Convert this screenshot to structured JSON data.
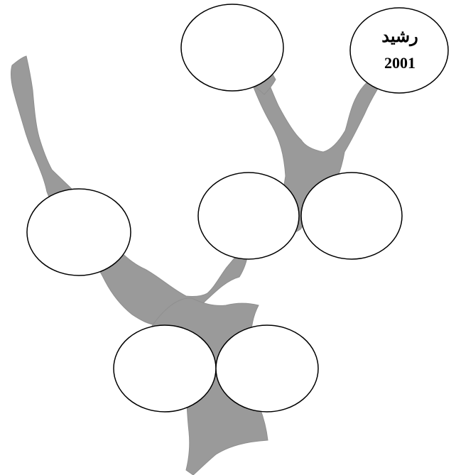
{
  "diagram": {
    "type": "family-tree",
    "colors": {
      "trunk": "#9a9a9a",
      "node_fill": "#ffffff",
      "node_stroke": "#000000",
      "background": "#ffffff"
    },
    "nodes": [
      {
        "id": "top-left",
        "name": "",
        "year": ""
      },
      {
        "id": "top-right",
        "name": "رشيد",
        "year": "2001"
      },
      {
        "id": "middle-left",
        "name": "",
        "year": ""
      },
      {
        "id": "middle-right",
        "name": "",
        "year": ""
      },
      {
        "id": "left-branch",
        "name": "",
        "year": ""
      },
      {
        "id": "bottom-left",
        "name": "",
        "year": ""
      },
      {
        "id": "bottom-right",
        "name": "",
        "year": ""
      }
    ]
  }
}
